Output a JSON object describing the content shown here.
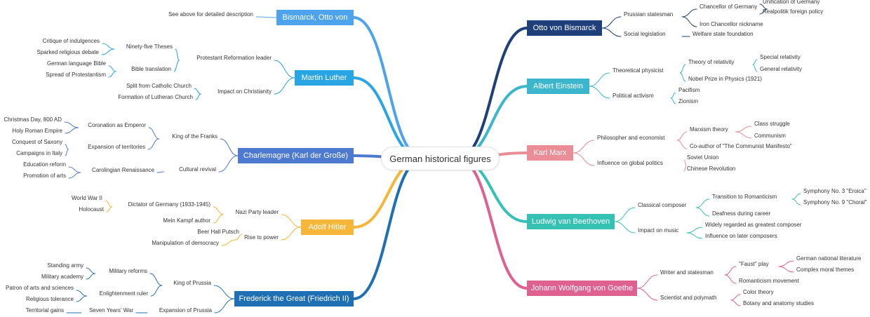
{
  "center": "German historical figures",
  "branches": [
    {
      "label": "Otto von Bismarck",
      "side": "right",
      "color": "#1e3f7a",
      "children": [
        {
          "label": "Prussian statesman",
          "children": [
            {
              "label": "Chancellor of Germany",
              "children": [
                {
                  "label": "Unification of Germany"
                },
                {
                  "label": "Realpolitik foreign policy"
                }
              ]
            },
            {
              "label": "Iron Chancellor nickname"
            }
          ]
        },
        {
          "label": "Social legislation",
          "children": [
            {
              "label": "Welfare state foundation"
            }
          ]
        }
      ]
    },
    {
      "label": "Albert Einstein",
      "side": "right",
      "color": "#3bb6cc",
      "children": [
        {
          "label": "Theoretical physicist",
          "children": [
            {
              "label": "Theory of relativity",
              "children": [
                {
                  "label": "Special relativity"
                },
                {
                  "label": "General relativity"
                }
              ]
            },
            {
              "label": "Nobel Prize in Physics (1921)"
            }
          ]
        },
        {
          "label": "Political activism",
          "children": [
            {
              "label": "Pacifism"
            },
            {
              "label": "Zionism"
            }
          ]
        }
      ]
    },
    {
      "label": "Karl Marx",
      "side": "right",
      "color": "#ea8d96",
      "children": [
        {
          "label": "Philosopher and economist",
          "children": [
            {
              "label": "Marxism theory",
              "children": [
                {
                  "label": "Class struggle"
                },
                {
                  "label": "Communism"
                }
              ]
            },
            {
              "label": "Co-author of \"The Communist Manifesto\""
            }
          ]
        },
        {
          "label": "Influence on global politics",
          "children": [
            {
              "label": "Soviet Union"
            },
            {
              "label": "Chinese Revolution"
            }
          ]
        }
      ]
    },
    {
      "label": "Ludwig van Beethoven",
      "side": "right",
      "color": "#35c1b4",
      "children": [
        {
          "label": "Classical composer",
          "children": [
            {
              "label": "Transition to Romanticism",
              "children": [
                {
                  "label": "Symphony No. 3 \"Eroica\""
                },
                {
                  "label": "Symphony No. 9 \"Choral\""
                }
              ]
            },
            {
              "label": "Deafness during career"
            }
          ]
        },
        {
          "label": "Impact on music",
          "children": [
            {
              "label": "Widely regarded as greatest composer"
            },
            {
              "label": "Influence on later composers"
            }
          ]
        }
      ]
    },
    {
      "label": "Johann Wolfgang von Goethe",
      "side": "right",
      "color": "#df6190",
      "children": [
        {
          "label": "Writer and statesman",
          "children": [
            {
              "label": "\"Faust\" play",
              "children": [
                {
                  "label": "German national literature"
                },
                {
                  "label": "Complex moral themes"
                }
              ]
            },
            {
              "label": "Romanticism movement"
            }
          ]
        },
        {
          "label": "Scientist and polymath",
          "children": [
            {
              "label": "Color theory"
            },
            {
              "label": "Botany and anatomy studies"
            }
          ]
        }
      ]
    },
    {
      "label": "Bismarck, Otto von",
      "side": "left",
      "color": "#4ea4ec",
      "children": [
        {
          "label": "See above for detailed description"
        }
      ]
    },
    {
      "label": "Martin Luther",
      "side": "left",
      "color": "#2aa5e4",
      "children": [
        {
          "label": "Protestant Reformation leader",
          "children": [
            {
              "label": "Ninety-five Theses",
              "children": [
                {
                  "label": "Critique of indulgences"
                },
                {
                  "label": "Sparked religious debate"
                }
              ]
            },
            {
              "label": "Bible translation",
              "children": [
                {
                  "label": "German language Bible"
                },
                {
                  "label": "Spread of Protestantism"
                }
              ]
            }
          ]
        },
        {
          "label": "Impact on Christianity",
          "children": [
            {
              "label": "Split from Catholic Church"
            },
            {
              "label": "Formation of Lutheran Church"
            }
          ]
        }
      ]
    },
    {
      "label": "Charlemagne (Karl der Große)",
      "side": "left",
      "color": "#4d79d0",
      "children": [
        {
          "label": "King of the Franks",
          "children": [
            {
              "label": "Coronation as Emperor",
              "children": [
                {
                  "label": "Christmas Day, 800 AD"
                },
                {
                  "label": "Holy Roman Empire"
                }
              ]
            },
            {
              "label": "Expansion of territories",
              "children": [
                {
                  "label": "Conquest of Saxony"
                },
                {
                  "label": "Campaigns in Italy"
                }
              ]
            }
          ]
        },
        {
          "label": "Cultural revival",
          "children": [
            {
              "label": "Carolingian Renaissance",
              "children": [
                {
                  "label": "Education reform"
                },
                {
                  "label": "Promotion of arts"
                }
              ]
            }
          ]
        }
      ]
    },
    {
      "label": "Adolf Hitler",
      "side": "left",
      "color": "#f5b63a",
      "children": [
        {
          "label": "Nazi Party leader",
          "children": [
            {
              "label": "Dictator of Germany (1933-1945)",
              "children": [
                {
                  "label": "World War II"
                },
                {
                  "label": "Holocaust"
                }
              ]
            },
            {
              "label": "Mein Kampf author"
            }
          ]
        },
        {
          "label": "Rise to power",
          "children": [
            {
              "label": "Beer Hall Putsch"
            },
            {
              "label": "Manipulation of democracy"
            }
          ]
        }
      ]
    },
    {
      "label": "Frederick the Great (Friedrich II)",
      "side": "left",
      "color": "#1f6fb4",
      "children": [
        {
          "label": "King of Prussia",
          "children": [
            {
              "label": "Military reforms",
              "children": [
                {
                  "label": "Standing army"
                },
                {
                  "label": "Military academy"
                }
              ]
            },
            {
              "label": "Enlightenment ruler",
              "children": [
                {
                  "label": "Patron of arts and sciences"
                },
                {
                  "label": "Religious tolerance"
                }
              ]
            }
          ]
        },
        {
          "label": "Expansion of Prussia",
          "children": [
            {
              "label": "Seven Years' War",
              "children": [
                {
                  "label": "Territorial gains"
                }
              ]
            }
          ]
        }
      ]
    }
  ]
}
